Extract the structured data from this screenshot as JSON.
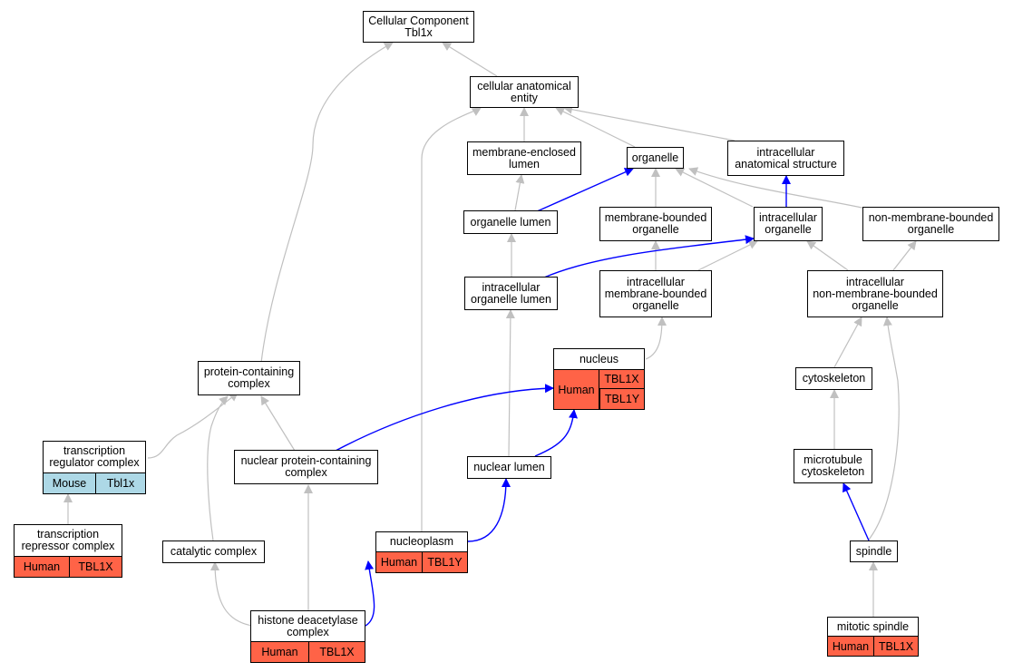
{
  "nodes": {
    "cellular_component": "Cellular Component\nTbl1x",
    "cellular_anatomical_entity": "cellular anatomical\nentity",
    "membrane_enclosed_lumen": "membrane-enclosed\nlumen",
    "organelle": "organelle",
    "intracellular_anatomical_structure": "intracellular\nanatomical structure",
    "organelle_lumen": "organelle lumen",
    "membrane_bounded_organelle": "membrane-bounded\norganelle",
    "intracellular_organelle": "intracellular\norganelle",
    "non_membrane_bounded_organelle": "non-membrane-bounded\norganelle",
    "intracellular_organelle_lumen": "intracellular\norganelle lumen",
    "intracellular_membrane_bounded_organelle": "intracellular\nmembrane-bounded\norganelle",
    "intracellular_non_membrane_bounded_organelle": "intracellular\nnon-membrane-bounded\norganelle",
    "protein_containing_complex": "protein-containing\ncomplex",
    "cytoskeleton": "cytoskeleton",
    "nuclear_protein_containing_complex": "nuclear protein-containing\ncomplex",
    "nuclear_lumen": "nuclear lumen",
    "microtubule_cytoskeleton": "microtubule\ncytoskeleton",
    "catalytic_complex": "catalytic complex",
    "spindle": "spindle"
  },
  "groups": {
    "nucleus": {
      "label": "nucleus",
      "species": "Human",
      "genes": [
        "TBL1X",
        "TBL1Y"
      ]
    },
    "transcription_regulator_complex": {
      "label": "transcription\nregulator complex",
      "species": "Mouse",
      "gene": "Tbl1x"
    },
    "transcription_repressor_complex": {
      "label": "transcription\nrepressor complex",
      "species": "Human",
      "gene": "TBL1X"
    },
    "nucleoplasm": {
      "label": "nucleoplasm",
      "species": "Human",
      "gene": "TBL1Y"
    },
    "histone_deacetylase_complex": {
      "label": "histone deacetylase\ncomplex",
      "species": "Human",
      "gene": "TBL1X"
    },
    "mitotic_spindle": {
      "label": "mitotic spindle",
      "species": "Human",
      "gene": "TBL1X"
    }
  },
  "colors": {
    "human": "#ff6347",
    "mouse": "#add8e6",
    "edge_gray": "#c0c0c0",
    "edge_blue": "#0000ff"
  }
}
